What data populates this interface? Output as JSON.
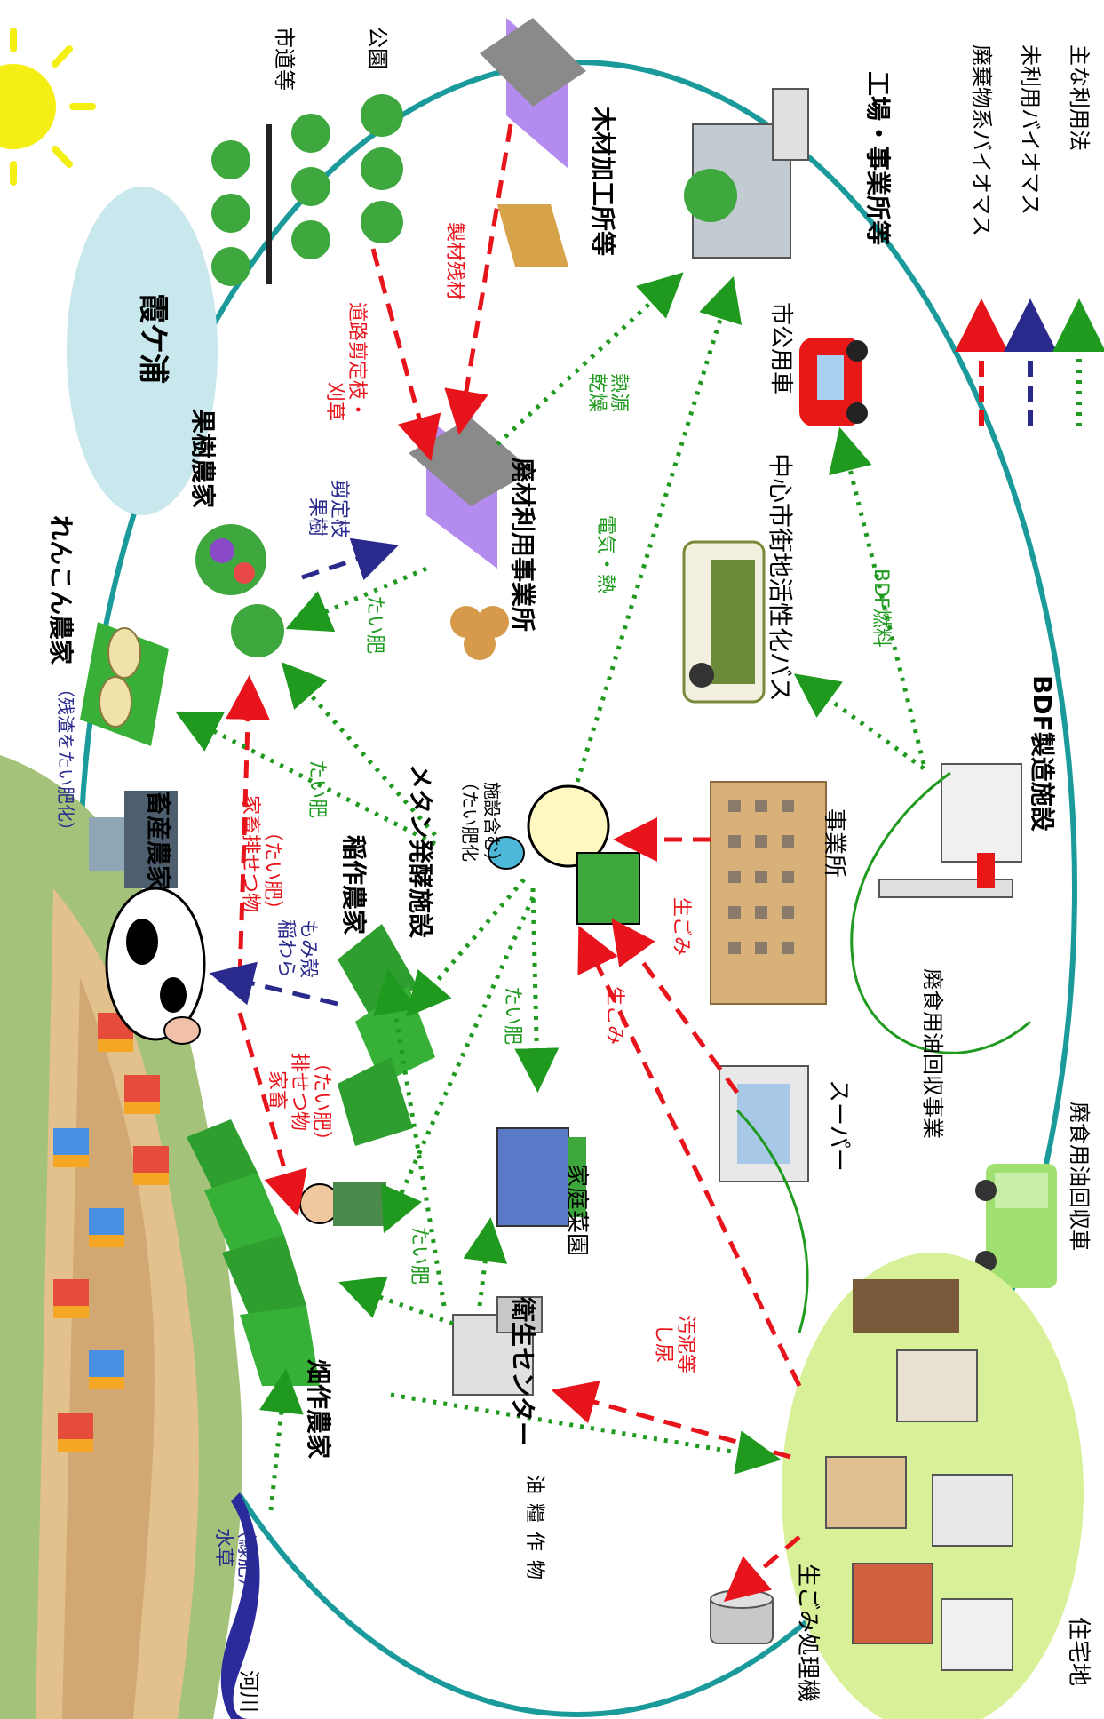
{
  "place_labels": {
    "kasumigaura": "霞ケ浦",
    "renkon": "れんこん農家",
    "renkon_note": "（残渣をたい肥化）",
    "livestock": "畜産農家",
    "fruit": "果樹農家",
    "rice": "稲作農家",
    "field": "畑作農家",
    "sanitation": "衛生センター",
    "garden": "家庭菜園",
    "methane": "メタン発酵施設",
    "methane_note1": "（たい肥化",
    "methane_note2": "施設含む）",
    "waste_wood": "廃材利用事業所",
    "lumber": "木材加工所等",
    "factory": "工場・事業所等",
    "city_roads": "市道等",
    "park": "公園",
    "bus": "中心市街地活性化バス",
    "city_car": "市公用車",
    "office": "事業所",
    "bdf": "BDF製造施設",
    "supermarket": "スーパー",
    "oil_collect_biz": "廃食用油回収事業",
    "oil_truck": "廃食用油回収車",
    "residential": "住宅地",
    "river": "河川",
    "garbage_machine": "生ごみ処理機"
  },
  "flow_labels": {
    "road_prune": "道路剪定枝・",
    "road_prune2": "刈草",
    "lumber_waste": "製材残材",
    "fruit_prune1": "果樹",
    "fruit_prune2": "剪定枝",
    "compost_fruit": "たい肥",
    "compost_renkon": "たい肥",
    "dry_heat1": "乾燥",
    "dry_heat2": "熱源",
    "elec_heat": "電気・熱",
    "manure1": "家畜排せつ物",
    "manure2": "（たい肥）",
    "straw1": "稲わら",
    "straw2": "もみ殻",
    "manure_field1": "家畜",
    "manure_field2": "排せつ物",
    "manure_field3": "（たい肥）",
    "compost_methane": "たい肥",
    "compost_sanit": "たい肥",
    "food_waste1": "生ごみ",
    "food_waste2": "生ごみ",
    "sludge1": "し尿",
    "sludge2": "汚泥等",
    "oil_crops": "油糧作物",
    "water_weed1": "水草",
    "water_weed2": "（緑肥）",
    "bdf_fuel": "BDF燃料"
  },
  "legend": {
    "items": [
      {
        "label": "廃棄物系バイオマス",
        "color": "#e8141c",
        "style": "dashed"
      },
      {
        "label": "未利用バイオマス",
        "color": "#2a2a8c",
        "style": "dashed"
      },
      {
        "label": "主な利用法",
        "color": "#1f9a1f",
        "style": "dotted"
      }
    ]
  },
  "colors": {
    "waste_red": "#e8141c",
    "unused_blue": "#2a2a8c",
    "use_green": "#1f9a1f",
    "cycle_teal": "#1a9a9a",
    "lake": "#c9e8ee",
    "sun": "#f5ee14",
    "building_roof": "#b48cf0"
  },
  "icons": [
    "sun-icon",
    "lake-icon",
    "trees-icon",
    "roof-icon",
    "factory-icon",
    "bus-icon",
    "car-icon",
    "truck-icon",
    "house-icon",
    "cow-icon",
    "farmer-icon",
    "field-icon",
    "bin-icon",
    "tank-icon"
  ]
}
